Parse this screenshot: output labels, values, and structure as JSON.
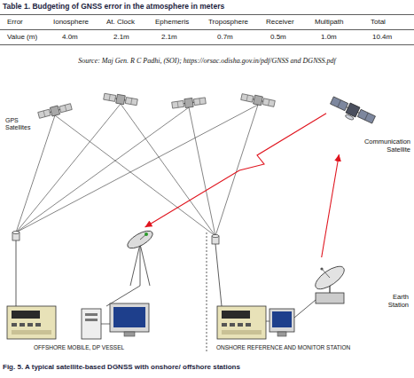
{
  "diagram": {
    "title": "Table 1. Budgeting of GNSS error in the atmosphere in meters",
    "caption": "Fig. 5. A typical satellite-based DGNSS with onshore/ offshore stations",
    "nodes": [
      {
        "text": [
          "Communication Satellite"
        ]
      },
      {
        "text": [
          "Earth Station"
        ]
      },
      {
        "text": [
          "OFFSHORE MOBILE, DP VESSEL"
        ]
      },
      {
        "text": [
          "ONSHORE REFERENCE AND MONITOR STATION"
        ]
      }
    ],
    "edges": [
      {
        "from": 1,
        "to": 0,
        "arrow": "to"
      },
      {
        "from": 0,
        "to": 2,
        "arrow": "to"
      }
    ],
    "labels": [
      "Error",
      "Ionosphere",
      "At. Clock",
      "Ephemeris",
      "Troposphere",
      "Receiver",
      "Multipath",
      "Total",
      "Value (m)",
      "4.0m",
      "2.1m",
      "2.1m",
      "0.7m",
      "0.5m",
      "1.0m",
      "10.4m",
      "Source: Maj Gen. R C Padhi, (SOI); https://orsac.odisha.gov.in/pdf/GNSS and DGNSS.pdf",
      "GPS Satellites"
    ]
  }
}
